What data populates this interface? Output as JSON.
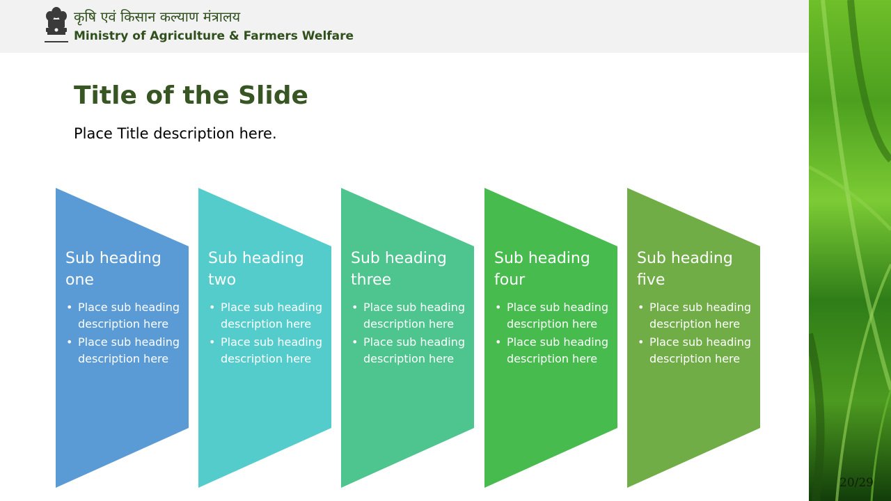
{
  "header": {
    "ministry_hindi": "कृषि एवं किसान कल्याण मंत्रालय",
    "ministry_english": "Ministry of Agriculture & Farmers Welfare",
    "emblem_icon": "national-emblem-icon"
  },
  "slide": {
    "title": "Title of the Slide",
    "description": "Place Title description here.",
    "page_number": "20/29"
  },
  "cards": [
    {
      "heading": "Sub heading one",
      "color": "#5b9bd5",
      "bullets": [
        "Place sub heading description here",
        "Place sub heading description here"
      ]
    },
    {
      "heading": "Sub heading two",
      "color": "#55cccc",
      "bullets": [
        "Place sub heading description here",
        "Place sub heading description here"
      ]
    },
    {
      "heading": "Sub heading three",
      "color": "#4ec48e",
      "bullets": [
        "Place sub heading description here",
        "Place sub heading description here"
      ]
    },
    {
      "heading": "Sub heading four",
      "color": "#47bb4e",
      "bullets": [
        "Place sub heading description here",
        "Place sub heading description here"
      ]
    },
    {
      "heading": "Sub heading five",
      "color": "#70ad47",
      "bullets": [
        "Place sub heading description here",
        "Place sub heading description here"
      ]
    }
  ],
  "colors": {
    "header_bg": "#f2f2f2",
    "title_green": "#375623",
    "ministry_green": "#2f4f1c"
  }
}
